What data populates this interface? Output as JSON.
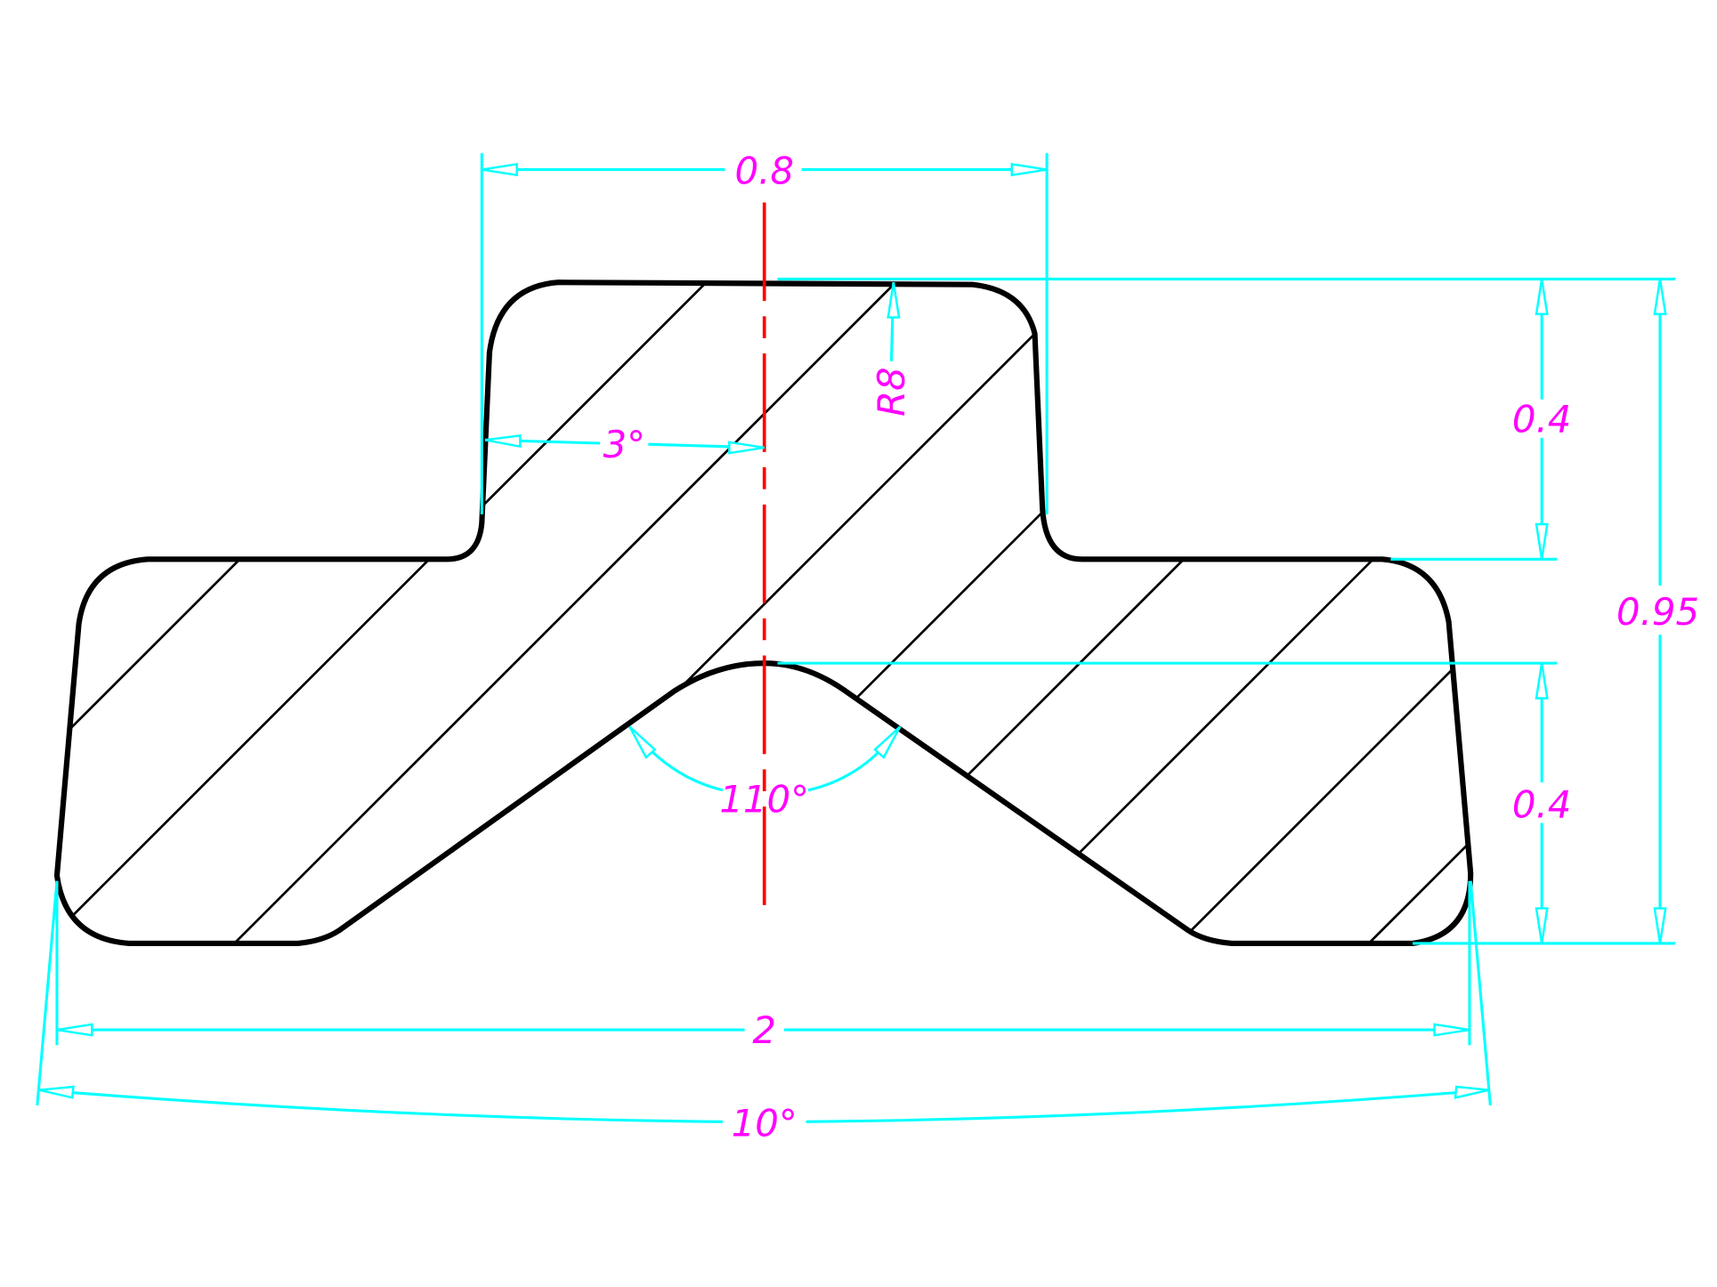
{
  "drawing": {
    "colors": {
      "outline": "#000000",
      "dimension": "#00ffff",
      "text": "#ff00ff",
      "centerline": "#ff0000"
    },
    "dimensions": {
      "top_width": "0.8",
      "taper_angle": "3°",
      "fillet_radius": "R8",
      "upper_height": "0.4",
      "total_height": "0.95",
      "lower_height": "0.4",
      "groove_angle": "110°",
      "bottom_width": "2",
      "side_angle": "10°"
    }
  }
}
